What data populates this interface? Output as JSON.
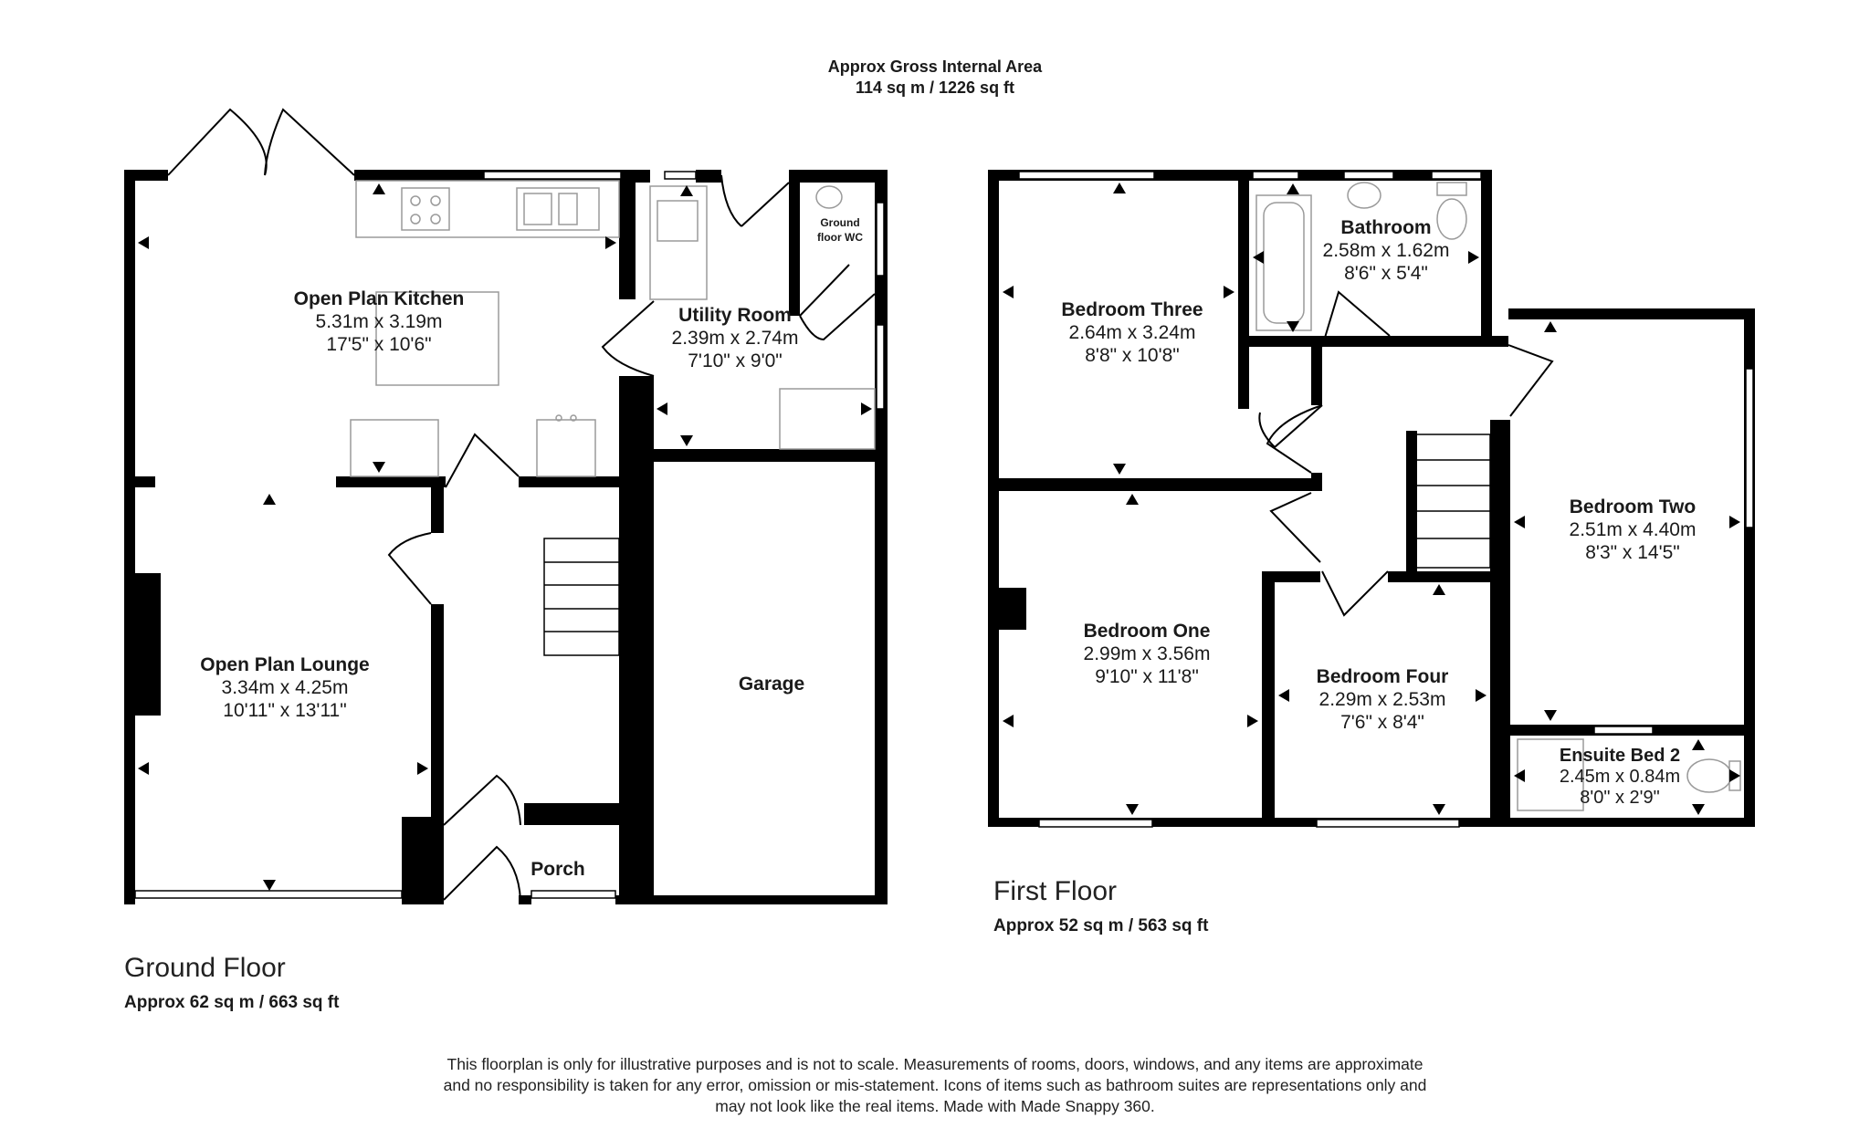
{
  "header": {
    "line1": "Approx Gross Internal Area",
    "line2": "114 sq m / 1226 sq ft"
  },
  "ground_floor": {
    "title": "Ground Floor",
    "area": "Approx 62 sq m / 663 sq ft",
    "rooms": [
      {
        "key": "kitchen",
        "name": "Open Plan Kitchen",
        "metric": "5.31m x 3.19m",
        "imperial": "17'5\" x 10'6\""
      },
      {
        "key": "utility",
        "name": "Utility Room",
        "metric": "2.39m x 2.74m",
        "imperial": "7'10\" x 9'0\""
      },
      {
        "key": "wc",
        "name": "Ground",
        "name2": "floor WC"
      },
      {
        "key": "lounge",
        "name": "Open Plan Lounge",
        "metric": "3.34m x 4.25m",
        "imperial": "10'11\" x 13'11\""
      },
      {
        "key": "garage",
        "name": "Garage"
      },
      {
        "key": "porch",
        "name": "Porch"
      }
    ]
  },
  "first_floor": {
    "title": "First Floor",
    "area": "Approx 52 sq m / 563 sq ft",
    "rooms": [
      {
        "key": "bed3",
        "name": "Bedroom Three",
        "metric": "2.64m x 3.24m",
        "imperial": "8'8\" x 10'8\""
      },
      {
        "key": "bath",
        "name": "Bathroom",
        "metric": "2.58m x 1.62m",
        "imperial": "8'6\" x 5'4\""
      },
      {
        "key": "bed2",
        "name": "Bedroom Two",
        "metric": "2.51m x 4.40m",
        "imperial": "8'3\" x 14'5\""
      },
      {
        "key": "bed1",
        "name": "Bedroom One",
        "metric": "2.99m x 3.56m",
        "imperial": "9'10\" x 11'8\""
      },
      {
        "key": "bed4",
        "name": "Bedroom Four",
        "metric": "2.29m x 2.53m",
        "imperial": "7'6\" x 8'4\""
      },
      {
        "key": "ensuite",
        "name": "Ensuite Bed 2",
        "metric": "2.45m x 0.84m",
        "imperial": "8'0\" x 2'9\""
      }
    ]
  },
  "disclaimer": {
    "line1": "This floorplan is only for illustrative purposes and is not to scale. Measurements of rooms, doors, windows, and any items are approximate",
    "line2": "and no responsibility is taken for any error, omission or mis-statement. Icons of items such as bathroom suites are representations only and",
    "line3": "may not look like the real items. Made with Made Snappy 360."
  },
  "colors": {
    "wall": "#000000",
    "fixture": "#9a9a9a",
    "text": "#1a1a1a"
  }
}
